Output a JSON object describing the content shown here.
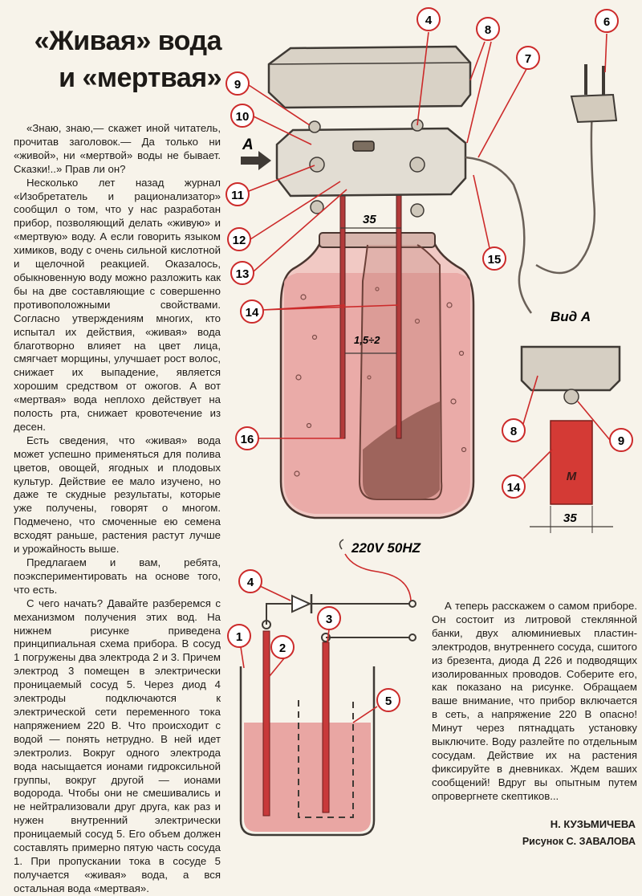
{
  "title": {
    "line1": "«Живая» вода",
    "line2": "и «мертвая»"
  },
  "article": {
    "paragraphs_left": [
      "«Знаю, знаю,— скажет иной читатель, прочитав заголовок.— Да только ни «живой», ни «мертвой» воды не бывает. Сказки!..» Прав ли он?",
      "Несколько лет назад журнал «Изобретатель и рационализатор» сообщил о том, что у нас разработан прибор, позволяющий делать «живую» и «мертвую» воду. А если говорить языком химиков, воду с очень сильной кислотной и щелочной реакцией. Оказалось, обыкновенную воду можно разложить как бы на две составляющие с совершенно противоположными свойствами. Согласно утверждениям многих, кто испытал их действия, «живая» вода благотворно влияет на цвет лица, смягчает морщины, улучшает рост волос, снижает их выпадение, является хорошим средством от ожогов. А вот «мертвая» вода неплохо действует на полость рта, снижает кровотечение из десен.",
      "Есть сведения, что «живая» вода может успешно применяться для полива цветов, овощей, ягодных и плодовых культур. Действие ее мало изучено, но даже те скудные результаты, которые уже получены, говорят о многом. Подмечено, что смоченные ею семена всходят раньше, растения растут лучше и урожайность выше.",
      "Предлагаем и вам, ребята, поэкспериментировать на основе того, что есть.",
      "С чего начать? Давайте разберемся с механизмом получения этих вод. На нижнем рисунке приведена принципиальная схема прибора. В сосуд 1 погружены два электрода 2 и 3. Причем электрод 3 помещен в электрически проницаемый сосуд 5. Через диод 4 электроды подключаются к электрической сети переменного тока напряжением 220 В. Что происходит с водой — понять нетрудно. В ней идет электролиз. Вокруг одного электрода вода насыщается ионами гидроксильной группы, вокруг другой — ионами водорода. Чтобы они не смешивались и не нейтрализовали друг друга, как раз и нужен внутренний электрически проницаемый сосуд 5. Его объем должен составлять примерно пятую часть сосуда 1. При пропускании тока в сосуде 5 получается «живая» вода, а вся остальная вода «мертвая»."
    ],
    "paragraph_right": "А теперь расскажем о самом приборе. Он состоит из литровой стеклянной банки, двух алюминиевых пластин-электродов, внутреннего сосуда, сшитого из брезента, диода Д 226 и подводящих изолированных проводов. Соберите его, как показано на рисунке. Обращаем ваше внимание, что прибор включается в сеть, а напряжение 220 В опасно! Минут через пятнадцать установку выключите. Воду разлейте по отдельным сосудам. Действие их на растения фиксируйте в дневниках. Ждем ваших сообщений! Вдруг вы опытным путем опровергнете скептиков..."
  },
  "credits": {
    "author": "Н. КУЗЬМИЧЕВА",
    "illustrator": "Рисунок С. ЗАВАЛОВА"
  },
  "figure_top": {
    "arrow_label": "A",
    "dim_35": "35",
    "dim_gap": "1,5÷2",
    "callouts": [
      "4",
      "8",
      "6",
      "9",
      "10",
      "7",
      "11",
      "12",
      "13",
      "14",
      "15",
      "16"
    ],
    "view_a": {
      "caption": "Вид А",
      "callouts": [
        "8",
        "9",
        "14"
      ],
      "plate_mark": "М",
      "dim": "35"
    }
  },
  "figure_bottom": {
    "supply": "220V 50HZ",
    "callouts": [
      "4",
      "1",
      "2",
      "3",
      "5"
    ]
  },
  "colors": {
    "paper": "#f7f3ea",
    "callout_red": "#cc2a2a",
    "water": "#e9a6a3",
    "electrode": "#c8393a"
  }
}
